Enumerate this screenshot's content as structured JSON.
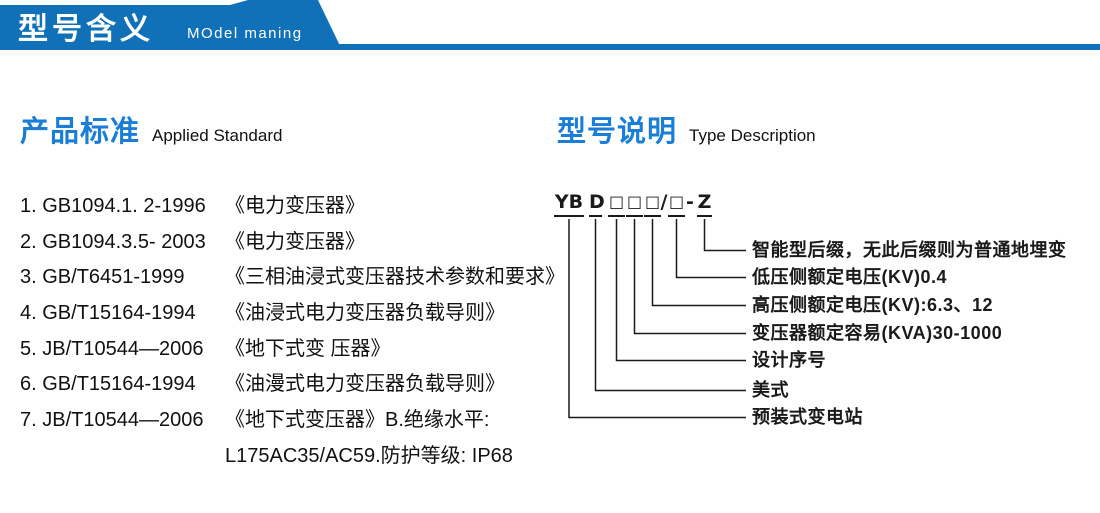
{
  "banner": {
    "title": "型号含义",
    "subtitle": "MOdel maning"
  },
  "sections": {
    "standards": {
      "title_zh": "产品标准",
      "title_en": "Applied Standard"
    },
    "type": {
      "title_zh": "型号说明",
      "title_en": "Type Description"
    }
  },
  "standards_list": [
    {
      "code": "1. GB1094.1. 2-1996",
      "title": "《电力变压器》"
    },
    {
      "code": "2. GB1094.3.5- 2003",
      "title": "《电力变压器》"
    },
    {
      "code": "3. GB/T6451-1999",
      "title": "《三相油浸式变压器技术参数和要求》"
    },
    {
      "code": "4. GB/T15164-1994",
      "title": "《油浸式电力变压器负载导则》"
    },
    {
      "code": "5. JB/T10544—2006",
      "title": "《地下式变 压器》"
    },
    {
      "code": "6. GB/T15164-1994",
      "title": "《油漫式电力变压器负载导则》"
    },
    {
      "code": "7. JB/T10544—2006",
      "title": "《地下式变压器》B.绝缘水平:"
    },
    {
      "code": "",
      "title": "L175AC35/AC59.防护等级: IP68"
    }
  ],
  "diagram": {
    "slash": "/",
    "dash": "-",
    "parts": [
      {
        "symbol": "YB",
        "meaning": "预装式变电站"
      },
      {
        "symbol": "D",
        "meaning": "美式"
      },
      {
        "symbol": "□",
        "meaning": "设计序号"
      },
      {
        "symbol": "□",
        "meaning": "变压器额定容易(KVA)30-1000"
      },
      {
        "symbol": "□",
        "meaning": "高压侧额定电压(KV):6.3、12"
      },
      {
        "symbol": "□",
        "meaning": "低压侧额定电压(KV)0.4"
      },
      {
        "symbol": "Z",
        "meaning": "智能型后缀，无此后缀则为普通地埋变"
      }
    ]
  },
  "colors": {
    "banner_blue": "#1171b8",
    "heading_blue": "#1a7ed8",
    "text_black": "#1a1a1a"
  }
}
